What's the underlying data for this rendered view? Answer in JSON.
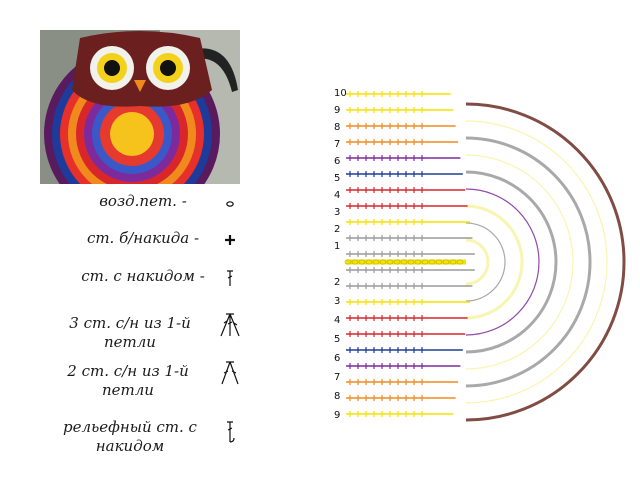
{
  "legend": [
    {
      "label": "возд.пет. -",
      "symbol": "chain-icon"
    },
    {
      "label": "ст. б/накида -",
      "symbol": "single-crochet-icon"
    },
    {
      "label": "ст. с накидом -",
      "symbol": "double-crochet-icon"
    },
    {
      "label": "3 ст. с/н из 1-й петли",
      "symbol": "three-dc-one-stitch-icon"
    },
    {
      "label": "2 ст. с/н из 1-й петли",
      "symbol": "two-dc-one-stitch-icon"
    },
    {
      "label": "рельефный ст. с накидом",
      "symbol": "relief-dc-icon"
    }
  ],
  "diagram": {
    "row_labels_upper": [
      "10",
      "9",
      "8",
      "7",
      "6",
      "5",
      "4",
      "3",
      "2",
      "1"
    ],
    "row_labels_lower": [
      "2",
      "3",
      "4",
      "5",
      "6",
      "7",
      "8",
      "9"
    ]
  },
  "colors": {
    "yellow": "#f4e200",
    "pale_yellow": "#f7f3a2",
    "red": "#d8262b",
    "orange": "#f08a1c",
    "purple": "#7d2b9c",
    "blue": "#1e3f9a",
    "brown": "#6b2d22",
    "gray": "#9a9a9a"
  }
}
